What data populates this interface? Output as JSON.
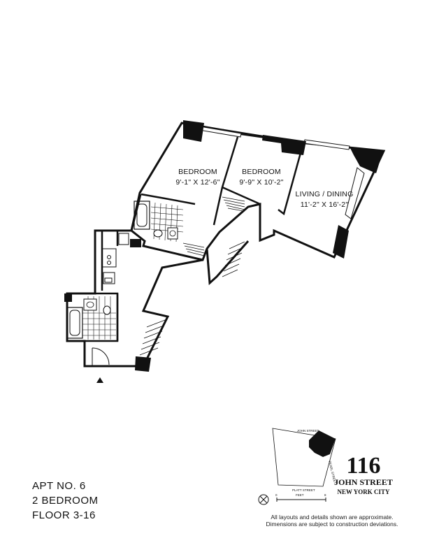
{
  "rooms": {
    "bedroom_1": {
      "name": "BEDROOM",
      "dims": "9'-1\" X 12'-6\""
    },
    "bedroom_2": {
      "name": "BEDROOM",
      "dims": "9'-9\" X 10'-2\""
    },
    "living": {
      "name": "LIVING / DINING",
      "dims": "11'-2\" X 16'-2\""
    }
  },
  "apartment": {
    "number": "APT NO. 6",
    "type": "2 BEDROOM",
    "floors": "FLOOR 3-16"
  },
  "key_plan": {
    "north_street": "JOHN STREET",
    "east_street": "PEARL STREET",
    "south_street": "PLATT STREET",
    "scale_label": "FEET",
    "scale_start": "0",
    "scale_end": "8"
  },
  "brand": {
    "number": "116",
    "street": "JOHN STREET",
    "city": "NEW YORK CITY"
  },
  "disclaimer": {
    "line1": "All layouts and details shown are approximate.",
    "line2": "Dimensions are subject to construction deviations."
  }
}
